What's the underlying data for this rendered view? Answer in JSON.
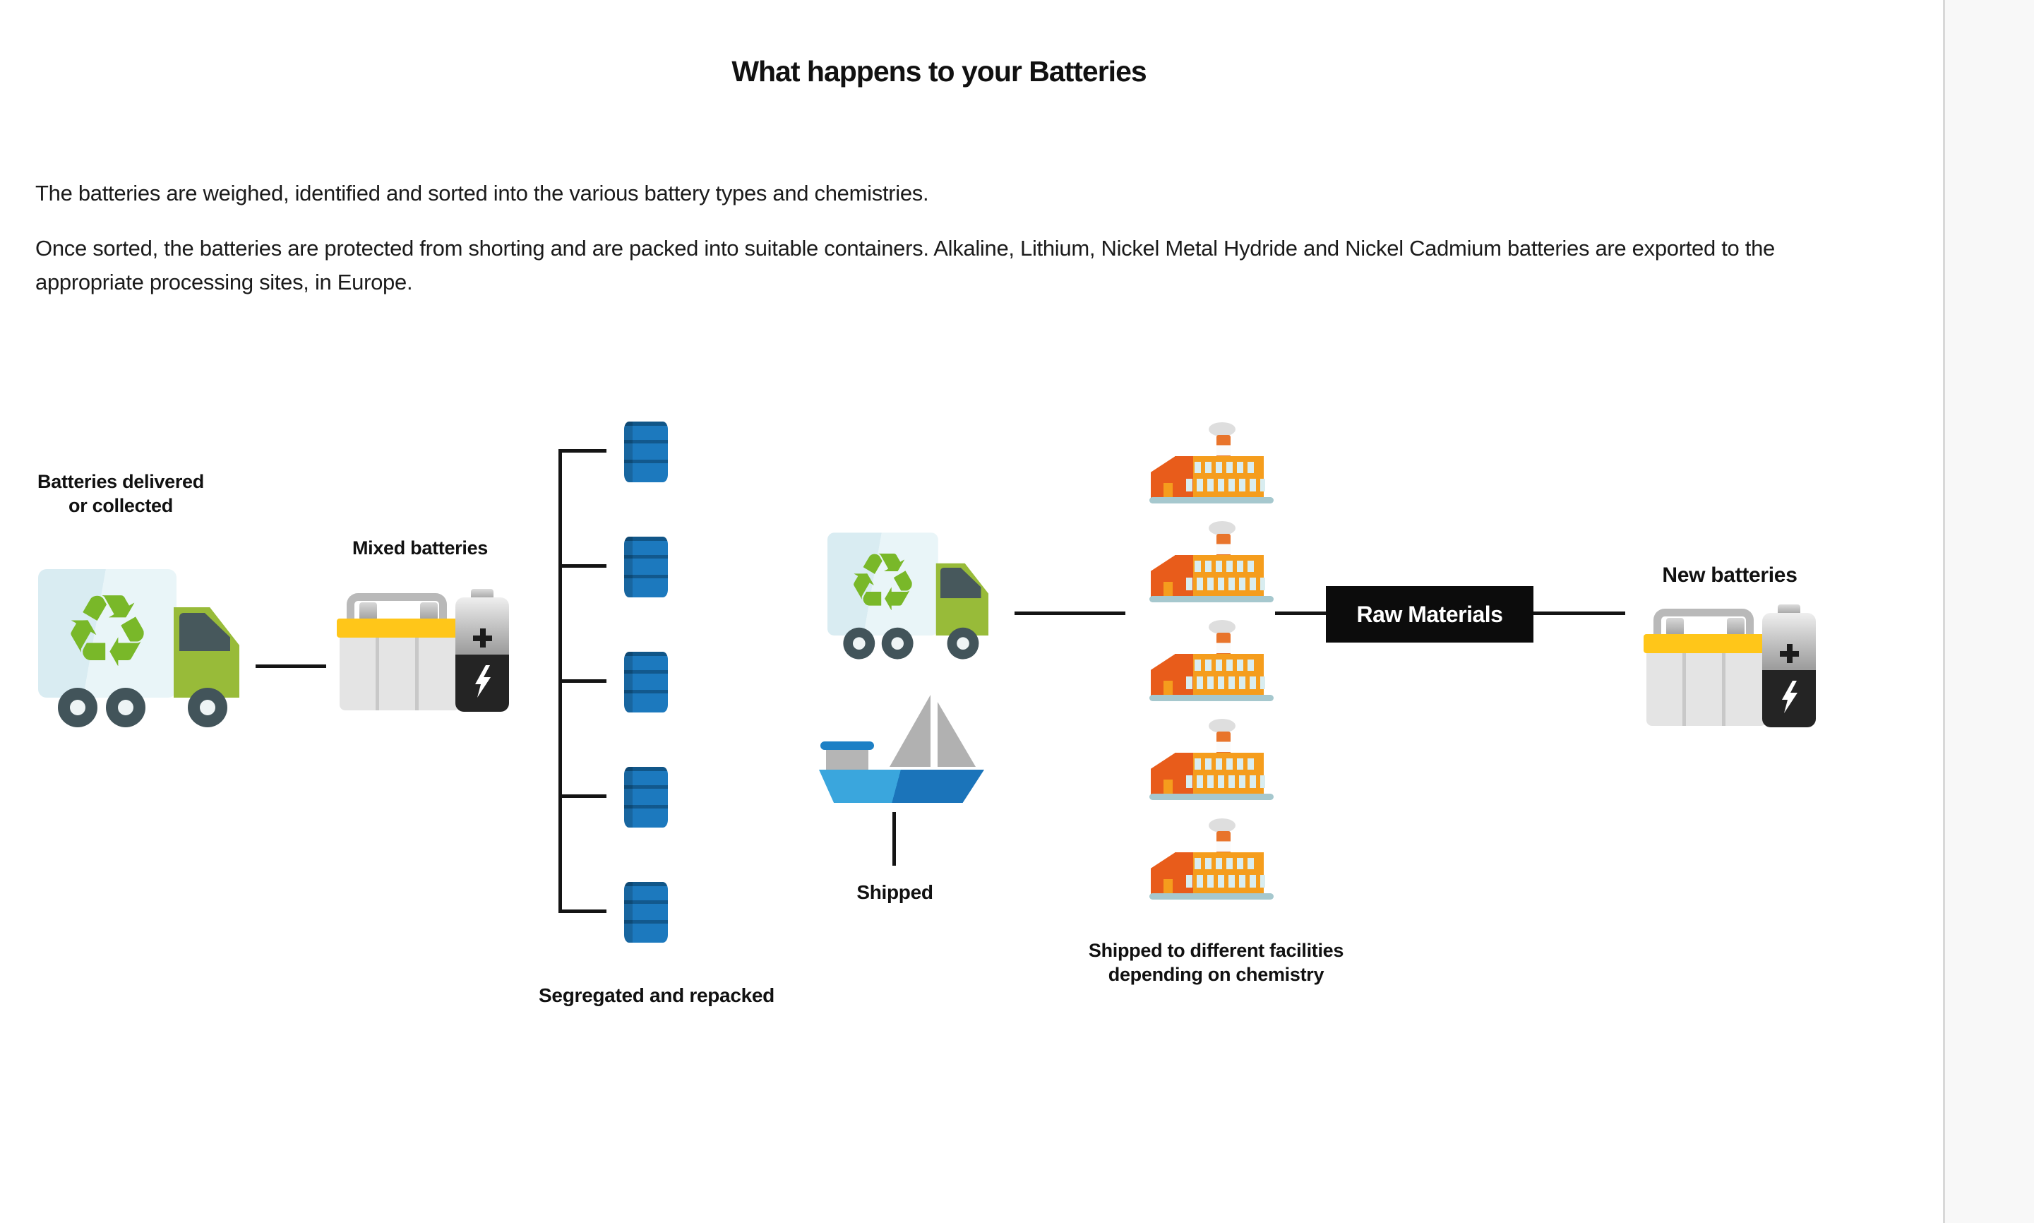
{
  "document": {
    "title": "What happens to your Batteries",
    "paragraph1": "The batteries are weighed, identified and sorted into the various battery types and chemistries.",
    "paragraph2": "Once sorted, the batteries are protected from shorting and are packed into suitable containers. Alkaline, Lithium, Nickel Metal Hydride and Nickel Cadmium batteries are exported to the appropriate processing sites, in Europe."
  },
  "diagram": {
    "delivered_label": "Batteries delivered\nor collected",
    "mixed_label": "Mixed batteries",
    "segregated_label": "Segregated and repacked",
    "shipped_label": "Shipped",
    "facilities_label": "Shipped to different facilities\ndepending on chemistry",
    "raw_materials_label": "Raw Materials",
    "new_batteries_label": "New batteries",
    "drum_count": 5,
    "factory_count": 5,
    "icons": {
      "recycle_glyph": "♻"
    },
    "colors": {
      "drum_blue": "#1c79be",
      "factory_orange": "#f59d1d",
      "factory_red": "#e85c1b",
      "truck_green": "#98bb39",
      "recycle_green": "#79b829",
      "ship_light_blue": "#3aa6dd",
      "ship_dark_blue": "#1b74ba",
      "battery_yellow": "#ffc619",
      "connector_black": "#141414",
      "raw_box_black": "#0c0c0c"
    }
  }
}
